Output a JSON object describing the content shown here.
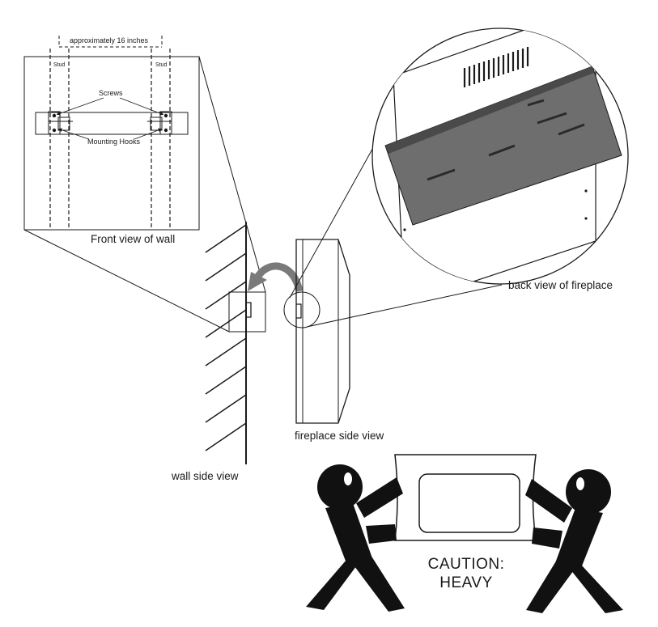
{
  "front_view": {
    "dimension_label": "approximately 16 inches",
    "stud_left": "Stud",
    "stud_right": "Stud",
    "screws_label": "Screws",
    "hooks_label": "Mounting Hooks",
    "caption": "Front view of wall"
  },
  "back_view": {
    "caption": "back view of fireplace"
  },
  "side_views": {
    "wall_caption": "wall side view",
    "fireplace_caption": "fireplace side view"
  },
  "caution": {
    "line1": "CAUTION:",
    "line2": "HEAVY"
  },
  "colors": {
    "ink": "#1a1a1a",
    "panel_gray": "#6e6e6e",
    "arrow_gray": "#7a7a7a"
  }
}
